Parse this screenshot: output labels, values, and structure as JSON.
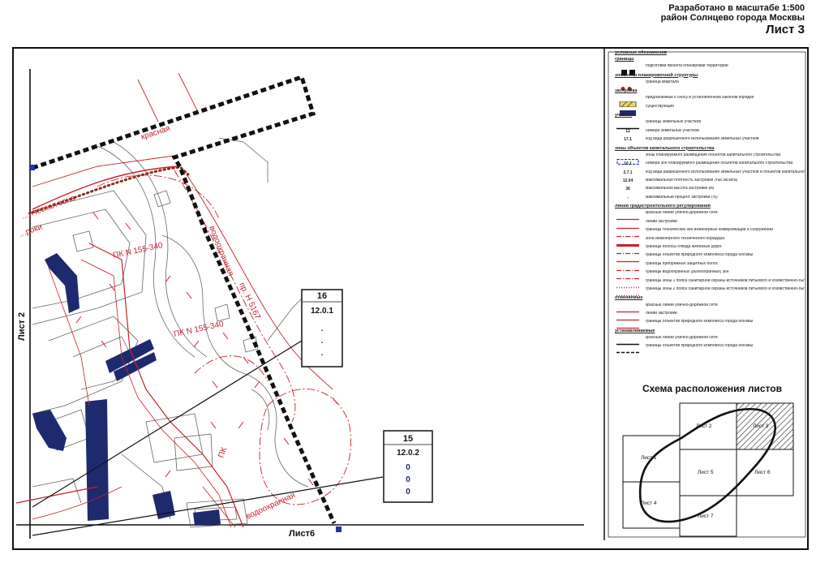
{
  "header": {
    "scale_note": "Разработано в масштабе 1:500",
    "district": "район Солнцево города Москвы",
    "sheet": "Лист 3"
  },
  "map_labels": {
    "pk1": "ПК N 155-340",
    "pk2": "ПК N 155-340",
    "pk3": "ПК",
    "road1": "красная",
    "road2": "пр. Н 5167",
    "road3": "водоохранная",
    "road4": "водоохранная",
    "road5": "...ическая зона",
    "road6": "...роки",
    "sheet_left": "Лист 2",
    "sheet_bottom": "Лист6"
  },
  "zones": [
    {
      "number": "16",
      "code": "12.0.1",
      "values": [
        ".",
        ".",
        "."
      ]
    },
    {
      "number": "15",
      "code": "12.0.2",
      "values": [
        "0",
        "0",
        "0"
      ]
    }
  ],
  "legend": {
    "title": "условные обозначения",
    "items": [
      {
        "kind": "head",
        "text": "границы"
      },
      {
        "kind": "sq-black",
        "text": "подготовки проекта планировки территории"
      },
      {
        "kind": "head",
        "text": "элементы планировочной структуры"
      },
      {
        "kind": "dot-brown",
        "text": "граница квартала"
      },
      {
        "kind": "head",
        "text": "застройка"
      },
      {
        "kind": "hatch",
        "text": "предлагаемые к сносу в установленном законом порядке"
      },
      {
        "kind": "sq-navy",
        "text": "существующие"
      },
      {
        "kind": "head",
        "text": "участки"
      },
      {
        "kind": "line-black",
        "text": "границы земельных участков"
      },
      {
        "kind": "num",
        "sym": "12",
        "text": "номера земельных участков"
      },
      {
        "kind": "num",
        "sym": "17.1",
        "text": "код вида разрешенного использования земельных участков"
      },
      {
        "kind": "head",
        "text": "зоны объектов капитального строительства"
      },
      {
        "kind": "box-blue",
        "text": "зоны планируемого размещения объектов капитального строительства"
      },
      {
        "kind": "num",
        "sym": "10.1",
        "text": "номера зон планируемого размещения объектов капитального строительства"
      },
      {
        "kind": "num",
        "sym": "2.7.1",
        "text": "код вида разрешенного использования земельных участков и объектов капитального строительства"
      },
      {
        "kind": "num",
        "sym": "12.04",
        "text": "максимальная плотность застройки (тыс.кв.м/га)"
      },
      {
        "kind": "num",
        "sym": "36",
        "text": "максимальная высота застройки (м)"
      },
      {
        "kind": "num",
        "sym": "-",
        "text": "максимальный процент застройки (%)"
      },
      {
        "kind": "head",
        "text": "линии градостроительного регулирования"
      },
      {
        "kind": "line-red",
        "text": "красные линии улично-дорожной сети"
      },
      {
        "kind": "line-red",
        "text": "линии застройки"
      },
      {
        "kind": "line-red-dash",
        "text": "границы технических зон инженерных коммуникаций и сооружений"
      },
      {
        "kind": "line-red-thick",
        "text": "зона инженерного технического коридора"
      },
      {
        "kind": "line-red-dash",
        "text": "границы полосы отвода железных дорог"
      },
      {
        "kind": "line-red",
        "text": "границы объектов природного комплекса города Москвы"
      },
      {
        "kind": "line-red-dash",
        "text": "границы прибрежных защитных полос"
      },
      {
        "kind": "line-red-dash",
        "text": "границы водоохранных (рыбоохранных) зон"
      },
      {
        "kind": "line-red-dot",
        "text": "границы зоны 1 пояса санитарной охраны источников питьевого и хозяйственно-бытового водоснабжения"
      },
      {
        "kind": "line-red-dot",
        "text": "границы зоны 2 пояса санитарной охраны источников питьевого и хозяйственно-бытового водоснабжения"
      },
      {
        "kind": "head",
        "text": "отменяемые"
      },
      {
        "kind": "line-red",
        "text": "красные линии улично-дорожной сети"
      },
      {
        "kind": "line-red",
        "text": "линии застройки"
      },
      {
        "kind": "line-red",
        "text": "границы объектов природного комплекса города Москвы"
      },
      {
        "kind": "head",
        "text": "устанавливаемые"
      },
      {
        "kind": "line-black",
        "text": "красные линии улично-дорожной сети"
      },
      {
        "kind": "line-black-dash",
        "text": "границы объектов природного комплекса города Москвы"
      }
    ]
  },
  "scheme": {
    "title": "Схема расположения листов",
    "sheets": [
      "Лист 1",
      "Лист 2",
      "Лист 3",
      "Лист 4",
      "Лист 5",
      "Лист 6",
      "Лист 7"
    ]
  },
  "colors": {
    "red": "#c8202a",
    "navy": "#1e2a6e",
    "black": "#111111",
    "brown": "#8b2c1a",
    "gray": "#555555"
  }
}
